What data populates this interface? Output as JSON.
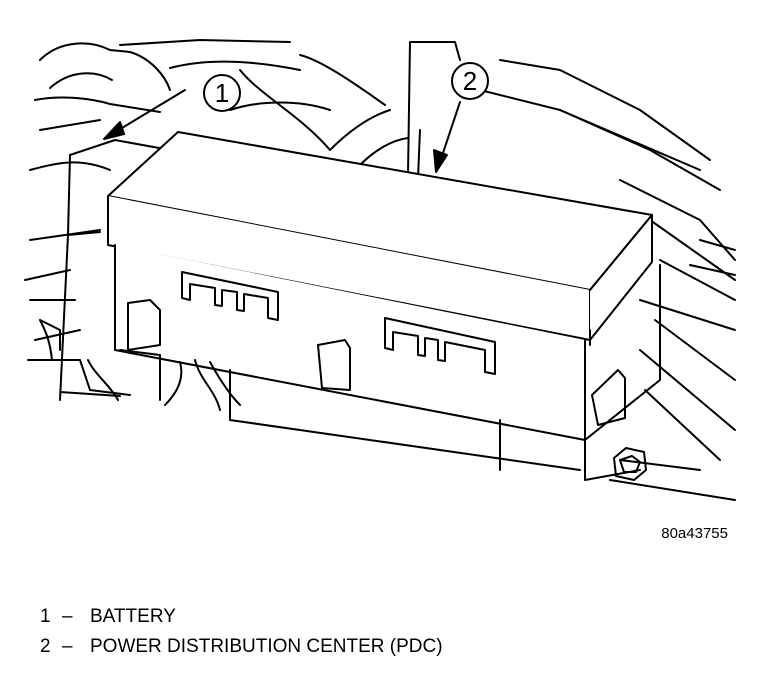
{
  "figure": {
    "id": "80a43755"
  },
  "callouts": [
    {
      "number": "1"
    },
    {
      "number": "2"
    }
  ],
  "legend": [
    {
      "number": "1",
      "separator": "–",
      "label": "BATTERY"
    },
    {
      "number": "2",
      "separator": "–",
      "label": "POWER DISTRIBUTION CENTER (PDC)"
    }
  ]
}
